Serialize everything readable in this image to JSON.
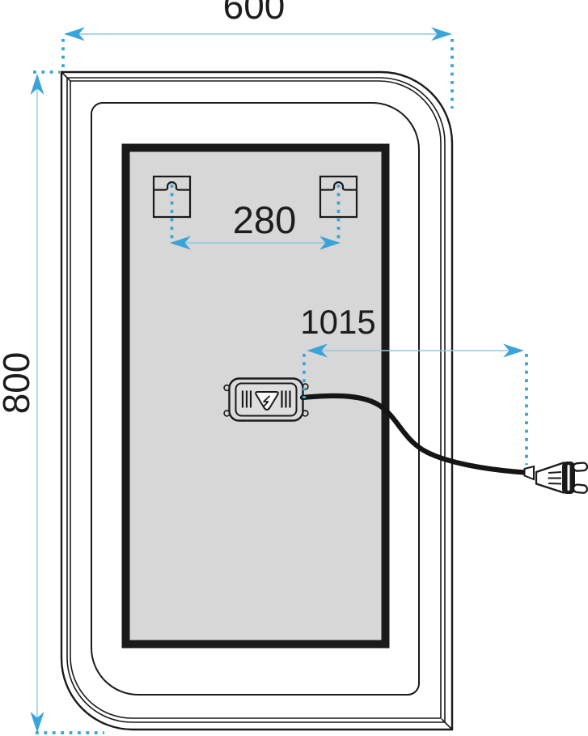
{
  "diagram": {
    "labels": {
      "width": "600",
      "height": "800",
      "bracket_spacing": "280",
      "plug_distance": "1015"
    },
    "colors": {
      "accent_arrow": "#3aa4d8",
      "accent_line": "#8fc8e8",
      "drawing_line": "#1a1a1a",
      "panel_fill": "#d7d7d7",
      "background": "#ffffff"
    },
    "components": [
      "mirror-body",
      "led-panel",
      "mounting-bracket-left",
      "mounting-bracket-right",
      "junction-box",
      "power-cable",
      "power-plug"
    ]
  }
}
